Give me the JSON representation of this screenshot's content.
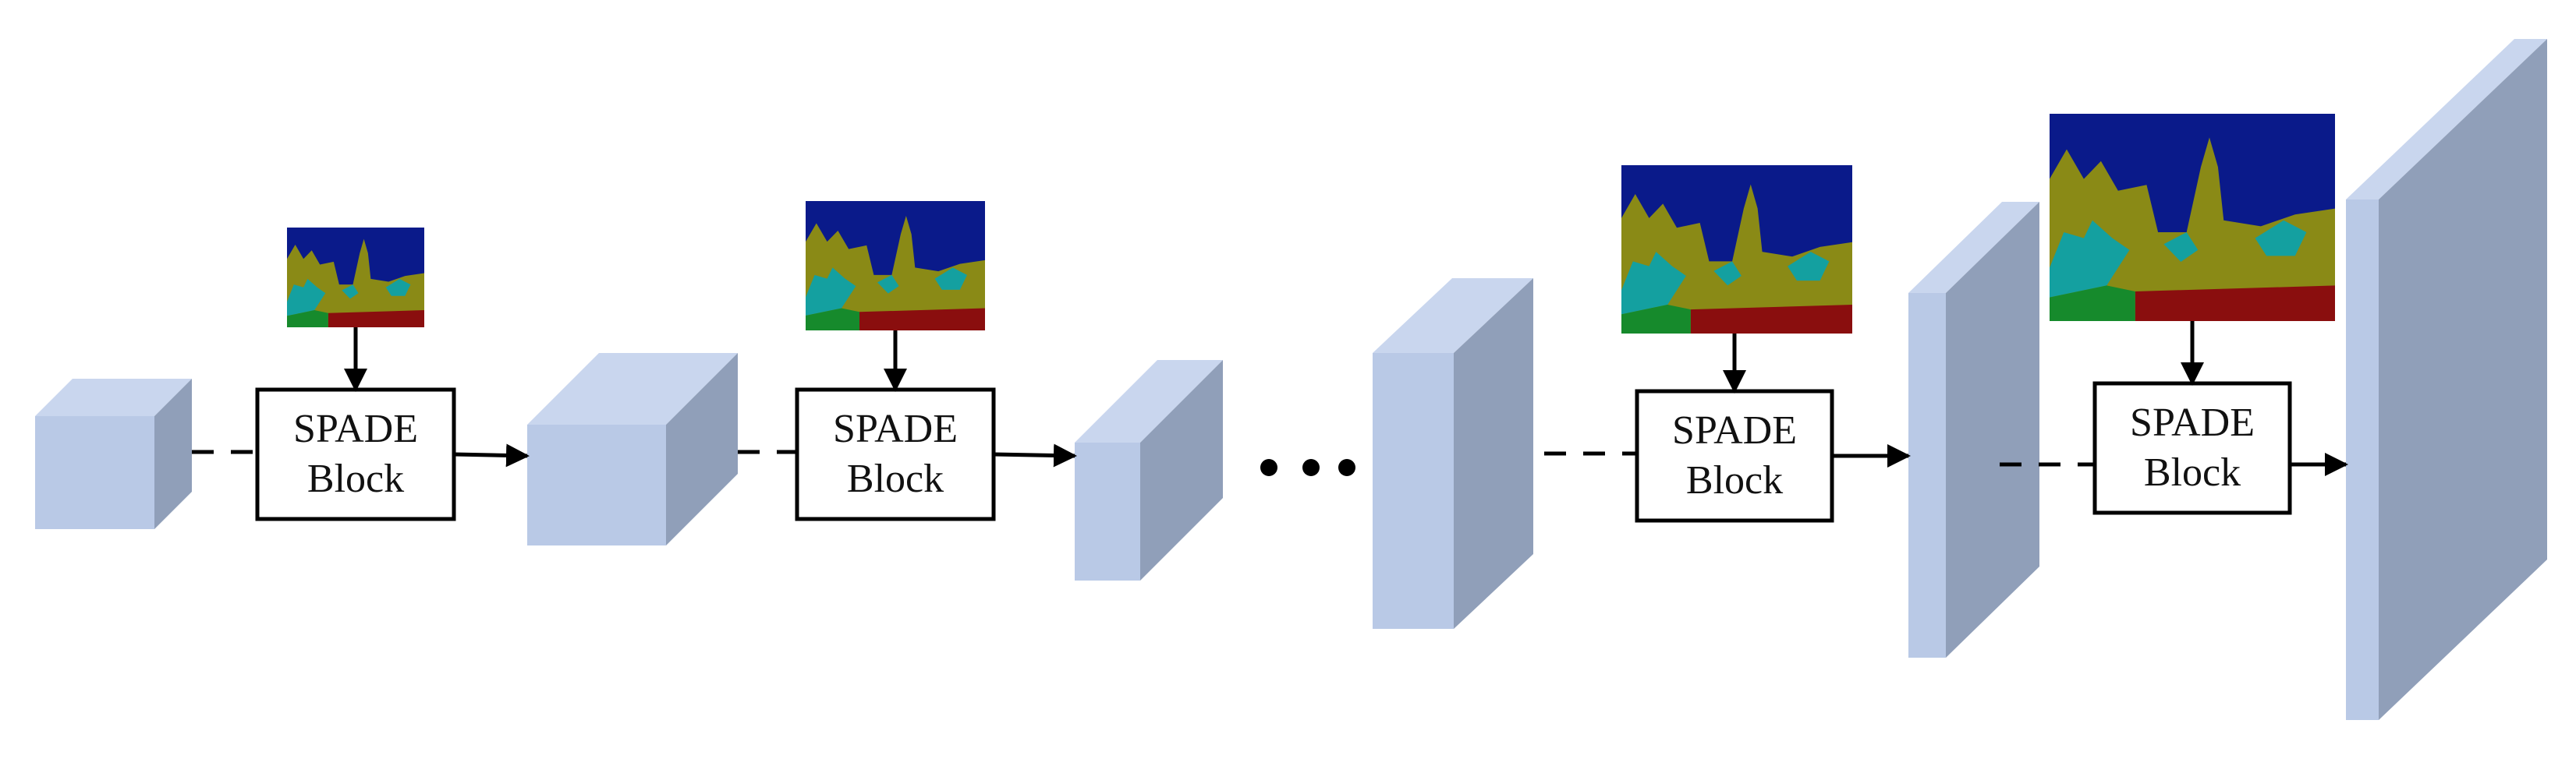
{
  "diagram": {
    "blocks": [
      {
        "line1": "SPADE",
        "line2": "Block"
      },
      {
        "line1": "SPADE",
        "line2": "Block"
      },
      {
        "line1": "SPADE",
        "line2": "Block"
      },
      {
        "line1": "SPADE",
        "line2": "Block"
      }
    ],
    "colors": {
      "cube_front": "#b9c9e6",
      "cube_top": "#c9d6ee",
      "cube_side": "#909fb9",
      "line": "#000000",
      "seg_sky": "#0a1a8a",
      "seg_building": "#8a8a16",
      "seg_tree": "#14a0a0",
      "seg_ground": "#8a0e0e",
      "seg_grass": "#168a2c"
    },
    "icons": [
      "feature-map-cube",
      "segmentation-map-thumbnail",
      "arrow-right",
      "arrow-down",
      "ellipsis-dots"
    ]
  }
}
